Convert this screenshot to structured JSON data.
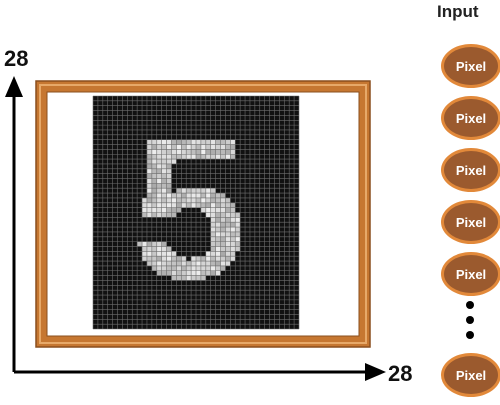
{
  "axes": {
    "y_label": "28",
    "x_label": "28"
  },
  "input_column": {
    "title": "Input",
    "node_label": "Pixel",
    "node_count_shown": 6,
    "ellipsis": "⋮"
  },
  "digit": {
    "value": "5",
    "grid_size": 28
  },
  "colors": {
    "frame_outer": "#c67731",
    "frame_inner": "#e2a060",
    "grid_background": "#111111",
    "grid_lines": "#6e6e6e",
    "digit_fill": "#cfcfcf",
    "node_fill": "#9b5a2e",
    "node_border": "#e2893a"
  }
}
